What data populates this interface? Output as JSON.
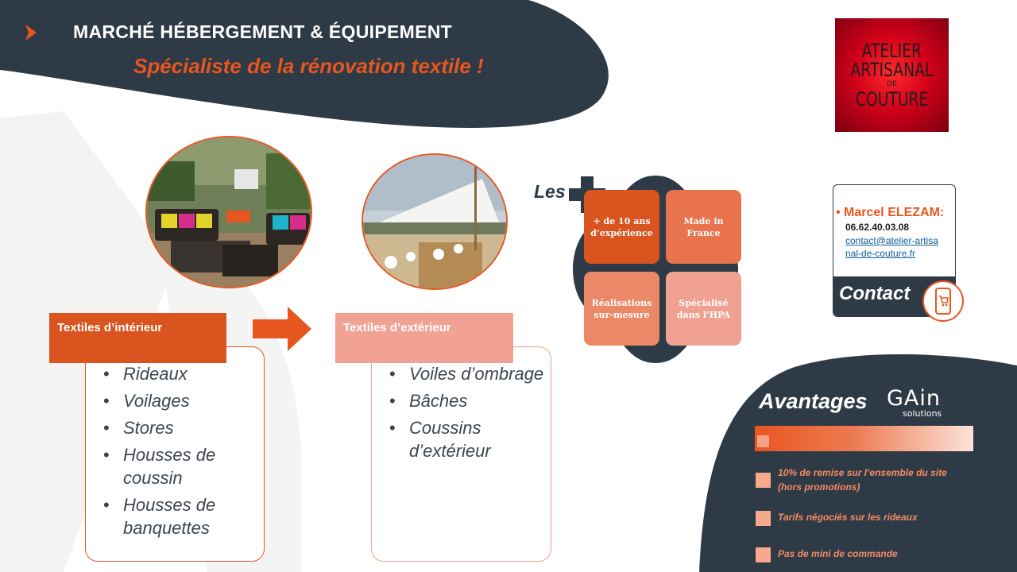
{
  "header": {
    "title": "MARCHÉ HÉBERGEMENT & ÉQUIPEMENT",
    "subtitle": "Spécialiste de la rénovation textile !"
  },
  "logo": {
    "line1": "ATELIER",
    "line2": "ARTISANAL",
    "line3": "DE",
    "line4": "COUTURE"
  },
  "interior": {
    "label": "Textiles d’intérieur",
    "items": [
      "Rideaux",
      "Voilages",
      "Stores",
      "Housses de coussin",
      "Housses de banquettes"
    ]
  },
  "exterior": {
    "label": "Textiles d’extérieur",
    "items": [
      "Voiles d’ombrage",
      "Bâches",
      "Coussins d’extérieur"
    ]
  },
  "plus": {
    "label": "Les",
    "tiles": [
      "+ de 10 ans d’expérience",
      "Made in France",
      "Réalisations sur-mesure",
      "Spécialisé dans l’HPA"
    ]
  },
  "contact": {
    "name": "Marcel ELEZAM:",
    "phone": "06.62.40.03.08",
    "email": "contact@atelier-artisanal-de-couture.fr",
    "title": "Contact"
  },
  "avantages": {
    "title": "Avantages",
    "brand_main": "GAin",
    "brand_sub": "solutions",
    "items": [
      "10% de remise sur l’ensemble du site (hors promotions)",
      "Tarifs négociés sur les rideaux",
      "Pas de mini de commande"
    ]
  },
  "colors": {
    "dark": "#2e3a45",
    "accent": "#e8561f",
    "light_accent": "#f1a293"
  }
}
